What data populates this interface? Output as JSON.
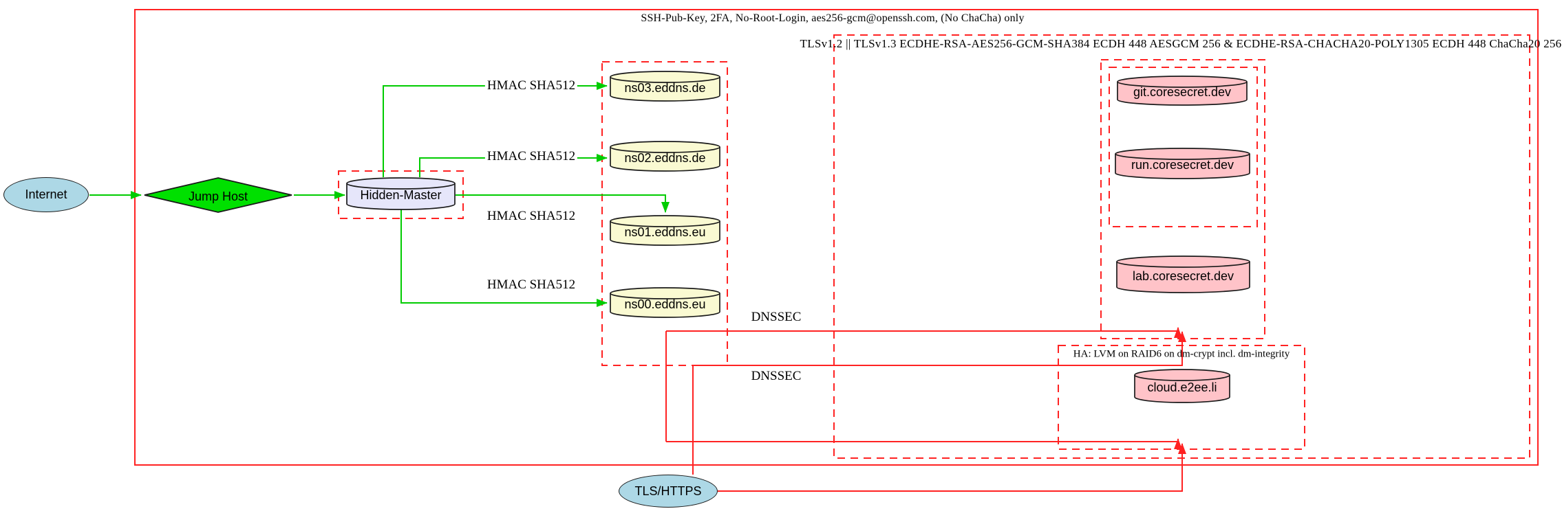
{
  "clusters": {
    "ssh": {
      "label": "SSH-Pub-Key, 2FA, No-Root-Login, aes256-gcm@openssh.com, (No ChaCha) only",
      "style": "solid"
    },
    "tls": {
      "label": "TLSv1.2 || TLSv1.3 ECDHE-RSA-AES256-GCM-SHA384 ECDH 448 AESGCM 256 & ECDHE-RSA-CHACHA20-POLY1305 ECDH 448 ChaCha20 256",
      "style": "dashed"
    },
    "ha": {
      "label": "HA: LVM on RAID6 on dm-crypt incl. dm-integrity",
      "style": "dashed"
    },
    "dns_servers": {
      "label": "",
      "style": "dashed"
    },
    "hidden_master_box": {
      "label": "",
      "style": "dashed"
    },
    "core_outer": {
      "label": "",
      "style": "dashed"
    },
    "core_inner": {
      "label": "",
      "style": "dashed"
    }
  },
  "nodes": {
    "internet": {
      "label": "Internet",
      "shape": "ellipse",
      "fill": "#add8e6"
    },
    "jump_host": {
      "label": "Jump Host",
      "shape": "diamond",
      "fill": "#00e000"
    },
    "hidden_master": {
      "label": "Hidden-Master",
      "shape": "cylinder",
      "fill": "#e6e6fa"
    },
    "ns03": {
      "label": "ns03.eddns.de",
      "shape": "cylinder",
      "fill": "#fafad2"
    },
    "ns02": {
      "label": "ns02.eddns.de",
      "shape": "cylinder",
      "fill": "#fafad2"
    },
    "ns01": {
      "label": "ns01.eddns.eu",
      "shape": "cylinder",
      "fill": "#fafad2"
    },
    "ns00": {
      "label": "ns00.eddns.eu",
      "shape": "cylinder",
      "fill": "#fafad2"
    },
    "git": {
      "label": "git.coresecret.dev",
      "shape": "cylinder",
      "fill": "#ffc3c8"
    },
    "run": {
      "label": "run.coresecret.dev",
      "shape": "cylinder",
      "fill": "#ffc3c8"
    },
    "lab": {
      "label": "lab.coresecret.dev",
      "shape": "cylinder",
      "fill": "#ffc3c8"
    },
    "cloud": {
      "label": "cloud.e2ee.li",
      "shape": "cylinder",
      "fill": "#ffc3c8"
    },
    "tls_https": {
      "label": "TLS/HTTPS",
      "shape": "ellipse",
      "fill": "#add8e6"
    }
  },
  "edge_labels": {
    "hmac1": "HMAC SHA512",
    "hmac2": "HMAC SHA512",
    "hmac3": "HMAC SHA512",
    "hmac4": "HMAC SHA512",
    "dnssec1": "DNSSEC",
    "dnssec2": "DNSSEC"
  },
  "colors": {
    "edge_green": "#00cc00",
    "edge_red": "#ff2222",
    "node_border": "#1a1a1a"
  }
}
